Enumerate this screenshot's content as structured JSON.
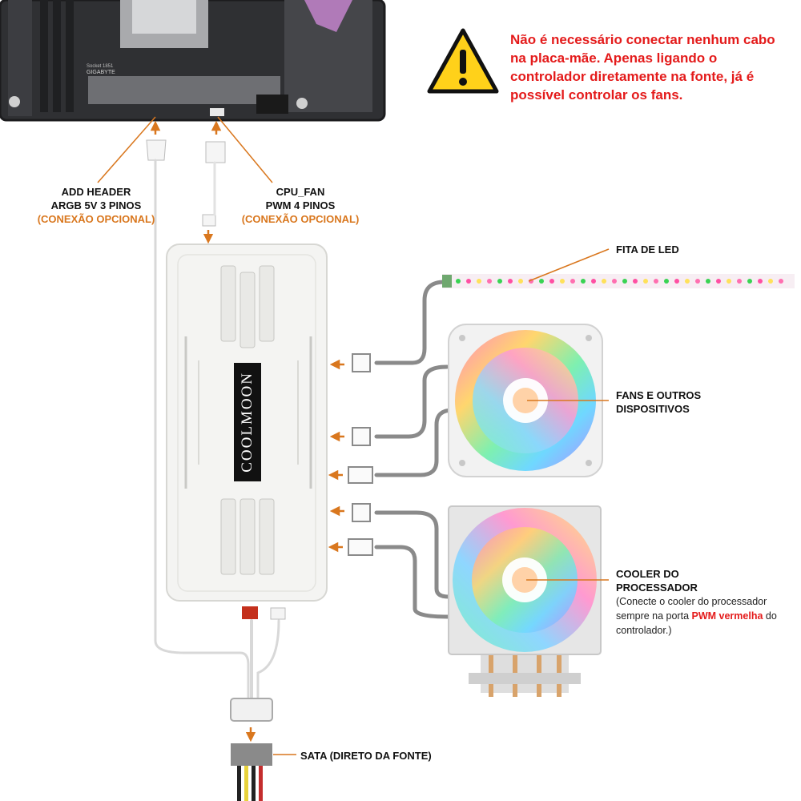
{
  "warning": {
    "text": "Não é necessário conectar nenhum cabo na placa-mãe. Apenas ligando o controlador diretamente na fonte, já é possível controlar os fans.",
    "color": "#e41b1b"
  },
  "labels": {
    "argb_header": {
      "line1": "ADD HEADER",
      "line2": "ARGB 5V 3 PINOS",
      "optional": "(CONEXÃO OPCIONAL)"
    },
    "cpu_fan": {
      "line1": "CPU_FAN",
      "line2": "PWM 4 PINOS",
      "optional": "(CONEXÃO OPCIONAL)"
    },
    "led_strip": "FITA DE LED",
    "fans": {
      "line1": "FANS E OUTROS",
      "line2": "DISPOSITIVOS"
    },
    "cooler": {
      "line1": "COOLER DO",
      "line2": "PROCESSADOR",
      "note_before": "(Conecte o cooler do processador sempre na porta ",
      "note_highlight": "PWM vermelha",
      "note_after": " do controlador.)"
    },
    "sata": "SATA (DIRETO DA FONTE)"
  },
  "controller": {
    "brand": "COOLMOON",
    "color": "#f4f4f2"
  },
  "motherboard": {
    "text1": "GIGABYTE",
    "text2": "Socket 1851"
  },
  "colors": {
    "accent": "#d9771e",
    "cable": "#8a8a8a",
    "warning": "#e41b1b"
  },
  "icons": [
    "warning-triangle-icon",
    "arrow-icon",
    "fan-icon",
    "led-strip-icon",
    "sata-connector-icon"
  ]
}
